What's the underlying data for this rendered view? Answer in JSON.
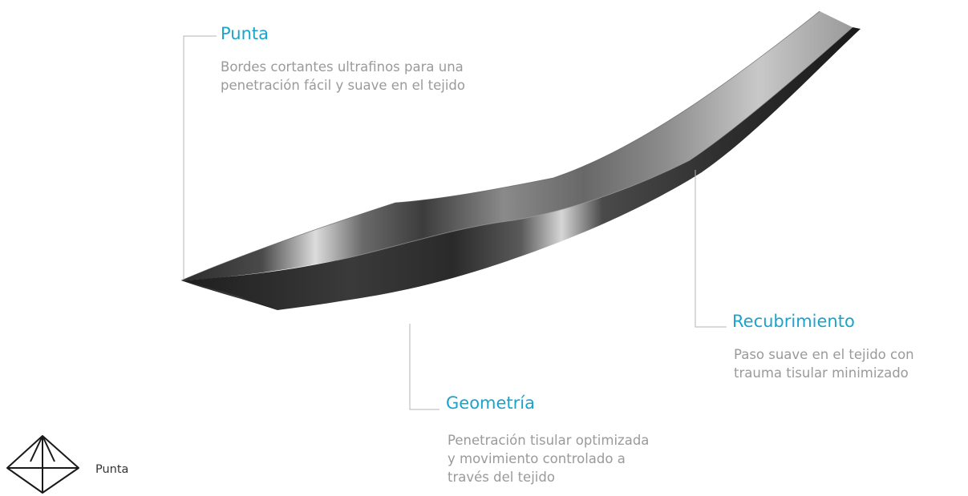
{
  "callouts": {
    "punta": {
      "title": "Punta",
      "lines": [
        "Bordes cortantes ultrafinos para una",
        "penetración fácil y suave en el tejido"
      ]
    },
    "recubrimiento": {
      "title": "Recubrimiento",
      "lines": [
        "Paso suave en el tejido con",
        "trauma tisular minimizado"
      ]
    },
    "geometria": {
      "title": "Geometría",
      "lines": [
        "Penetración tisular optimizada",
        "y movimiento controlado a",
        "través del tejido"
      ]
    }
  },
  "legend": {
    "icon": "diamond-tip-icon",
    "label": "Punta"
  },
  "colors": {
    "accent": "#1aa3cc",
    "description": "#9a9a9a",
    "leader_line": "#b5b5b5",
    "legend_text": "#333333",
    "legend_icon": "#1a1a1a"
  }
}
